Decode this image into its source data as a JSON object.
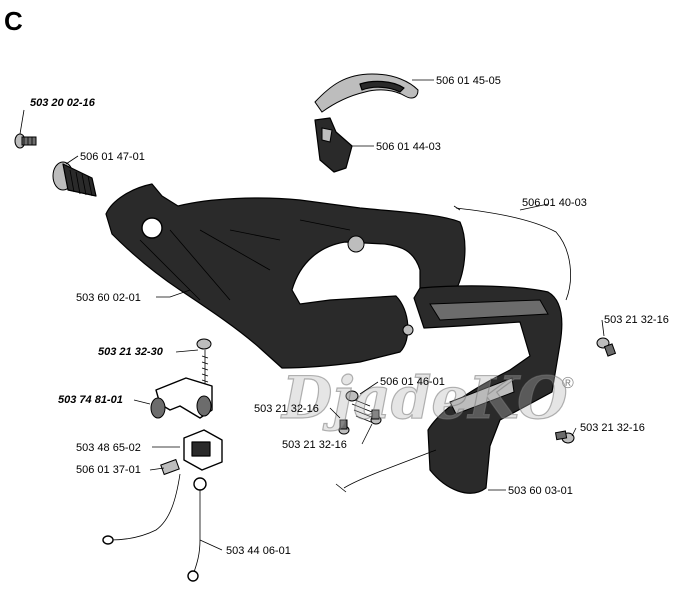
{
  "section": "C",
  "watermark": "DjadeKO",
  "watermark_mark": "®",
  "parts": [
    {
      "id": "p1",
      "number": "503 20 02-16",
      "bold": true
    },
    {
      "id": "p2",
      "number": "506 01 47-01",
      "bold": false
    },
    {
      "id": "p3",
      "number": "506 01 45-05",
      "bold": false
    },
    {
      "id": "p4",
      "number": "506 01 44-03",
      "bold": false
    },
    {
      "id": "p5",
      "number": "506 01 40-03",
      "bold": false
    },
    {
      "id": "p6",
      "number": "503 60 02-01",
      "bold": false
    },
    {
      "id": "p7",
      "number": "503 21 32-16",
      "bold": false
    },
    {
      "id": "p8",
      "number": "503 21 32-30",
      "bold": true
    },
    {
      "id": "p9",
      "number": "506 01 46-01",
      "bold": false
    },
    {
      "id": "p10",
      "number": "503 74 81-01",
      "bold": true
    },
    {
      "id": "p11",
      "number": "503 21 32-16",
      "bold": false
    },
    {
      "id": "p12",
      "number": "503 21 32-16",
      "bold": false
    },
    {
      "id": "p13",
      "number": "503 48 65-02",
      "bold": false
    },
    {
      "id": "p14",
      "number": "503 21 32-16",
      "bold": false
    },
    {
      "id": "p15",
      "number": "506 01 37-01",
      "bold": false
    },
    {
      "id": "p16",
      "number": "503 60 03-01",
      "bold": false
    },
    {
      "id": "p17",
      "number": "503 44 06-01",
      "bold": false
    }
  ]
}
